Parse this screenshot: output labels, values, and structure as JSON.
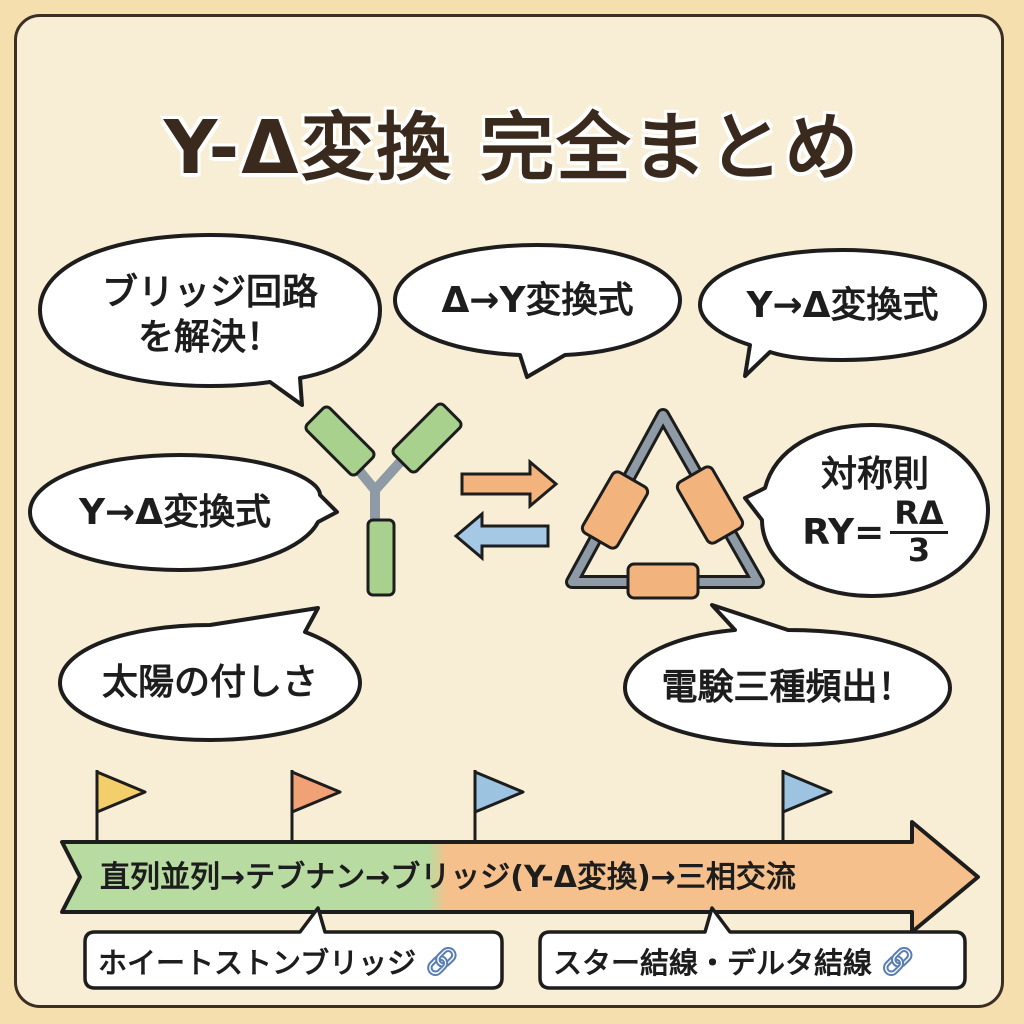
{
  "title": "Y-Δ変換 完全まとめ",
  "bubbles": {
    "bridge_line1": "ブリッジ回路",
    "bridge_line2": "を解決！",
    "delta_to_y": "Δ→Y変換式",
    "y_to_delta_top": "Y→Δ変換式",
    "y_to_delta_left": "Y→Δ変換式",
    "symmetry_title": "対称則",
    "symmetry_lhs": "RY=",
    "symmetry_num": "RΔ",
    "symmetry_den": "3",
    "sun": "太陽の付しさ",
    "exam": "電験三種頻出！"
  },
  "timeline": {
    "text": "直列並列→テブナン→ブリッジ(Y-Δ変換)→三相交流",
    "flag_colors": [
      "#f2cf6a",
      "#f0a276",
      "#9cc3e0",
      "#9cc3e0"
    ]
  },
  "links": [
    {
      "label": "ホイートストンブリッジ",
      "icon": "link-icon"
    },
    {
      "label": "スター結線・デルタ結線",
      "icon": "link-icon"
    }
  ],
  "colors": {
    "green": "#a9d18e",
    "orange": "#f3b37c",
    "blue": "#a5c9e4",
    "wire": "#8e9aa6"
  }
}
